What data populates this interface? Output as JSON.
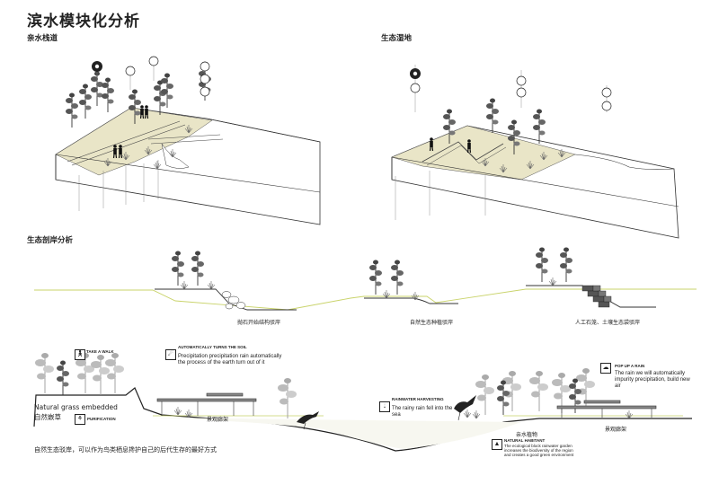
{
  "page": {
    "title": "滨水模块化分析",
    "sections": {
      "boardwalk": "亲水栈道",
      "wetland": "生态湿地",
      "revetment": "生态剖岸分析"
    }
  },
  "revetment_labels": {
    "a": "抛石开始结构驳岸",
    "b": "自然生态种植驳岸",
    "c": "人工石笼、土壤生态袋驳岸"
  },
  "section_bottom": {
    "grass_en": "Natural grass embedded",
    "grass_cn": "自然嵌草",
    "walk_title": "TAKE A WALK",
    "turns_title": "AUTOMATICALLY TURNS THE SOIL",
    "turns_text": "Precipitation precipitation rain automatically the process of the earth turn out of it",
    "purification": "PURIFICATION",
    "corridor1": "景观廊架",
    "rain_title": "RAINWATER HARVESTING",
    "rain_text": "The rainy rain fell into the sea",
    "plants": "亲水植物",
    "corridor2": "景观廊架",
    "habitat_title": "NATURAL HABITANT",
    "habitat_text": "The ecological block rainwater garden increases the biodiversity of the region and creates a good green environment",
    "popup_title": "POP UP A RAIN",
    "popup_text": "The rain we will automatically impurity precipitation, build new air",
    "summary": "自然生态驳岸，可以作为鸟类栖息搀护自己的后代生存的最好方式"
  },
  "icons": {
    "walk": "walking-person-icon",
    "soil": "soil-turn-icon",
    "purify": "purification-icon",
    "rain": "raindrop-icon",
    "habitat": "mountain-icon",
    "popup": "rain-cloud-icon"
  }
}
